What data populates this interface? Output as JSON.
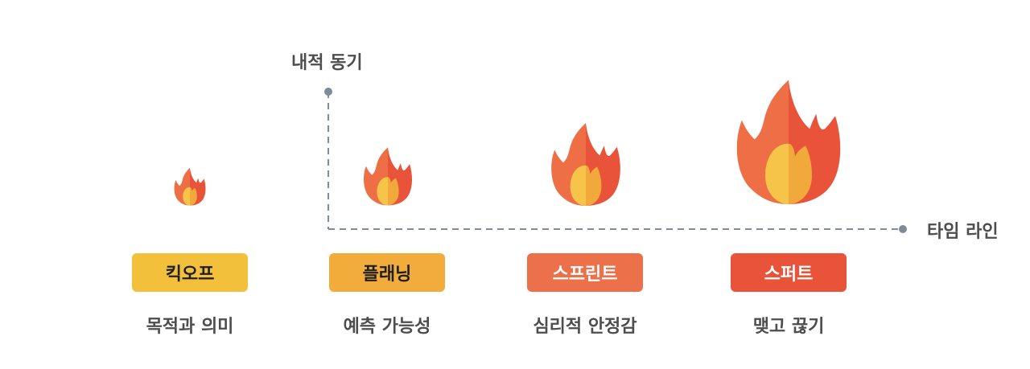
{
  "axes": {
    "y_label": "내적 동기",
    "x_label": "타임 라인"
  },
  "stages": [
    {
      "badge": "킥오프",
      "caption": "목적과 의미",
      "color": "#f2c03b",
      "text_color": "dark"
    },
    {
      "badge": "플래닝",
      "caption": "예측 가능성",
      "color": "#f2ac3b",
      "text_color": "dark"
    },
    {
      "badge": "스프린트",
      "caption": "심리적 안정감",
      "color": "#ec7049",
      "text_color": "light"
    },
    {
      "badge": "스퍼트",
      "caption": "맺고 끊기",
      "color": "#e9533a",
      "text_color": "light"
    }
  ],
  "colors": {
    "axis": "#7e8c99",
    "flame_outer_left": "#ee6e45",
    "flame_outer_right": "#e9533a",
    "flame_inner_left": "#f6c448",
    "flame_inner_right": "#f2a93b"
  }
}
